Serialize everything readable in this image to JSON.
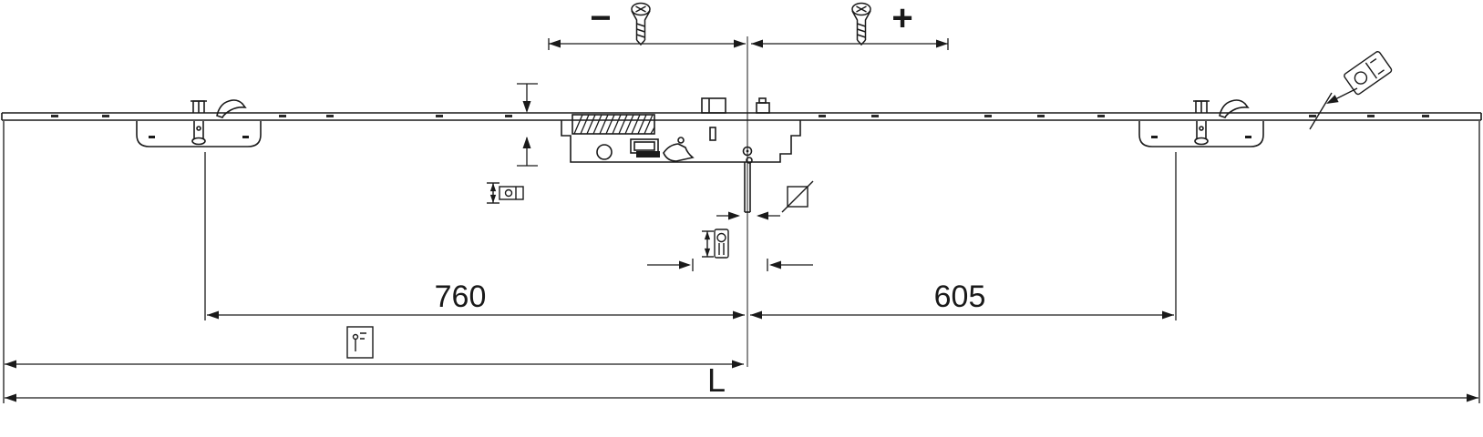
{
  "diagram": {
    "labels": {
      "adjust_minus": "−",
      "adjust_plus": "+",
      "dim_left_of_center": "760",
      "dim_right_of_center": "605",
      "total_length": "L"
    },
    "colors": {
      "line": "#1a1a1a",
      "background": "#ffffff"
    }
  }
}
